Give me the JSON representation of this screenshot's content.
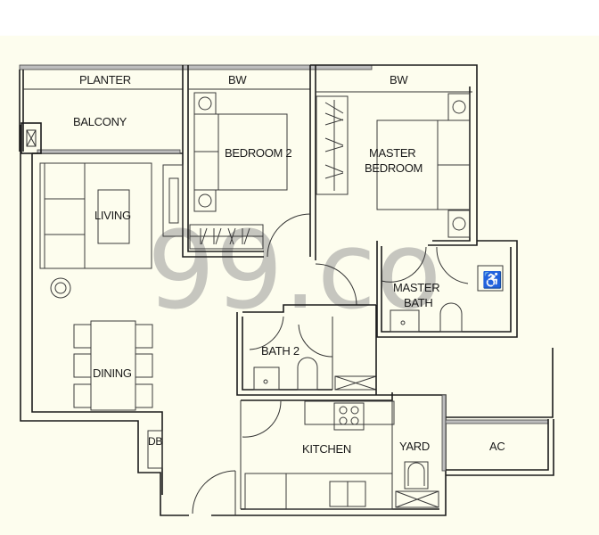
{
  "plan": {
    "watermark": "99.co",
    "rooms": {
      "planter": "PLANTER",
      "balcony": "BALCONY",
      "bw_left": "BW",
      "bw_right": "BW",
      "bedroom2": "BEDROOM 2",
      "master_bedroom_line1": "MASTER",
      "master_bedroom_line2": "BEDROOM",
      "living": "LIVING",
      "dining": "DINING",
      "master_bath_line1": "MASTER",
      "master_bath_line2": "BATH",
      "bath2": "BATH 2",
      "kitchen": "KITCHEN",
      "yard": "YARD",
      "ac": "AC",
      "db": "DB"
    },
    "colors": {
      "background": "#fdfdee",
      "wall": "#1c1c1c",
      "watermark": "#9a9a9a"
    }
  }
}
